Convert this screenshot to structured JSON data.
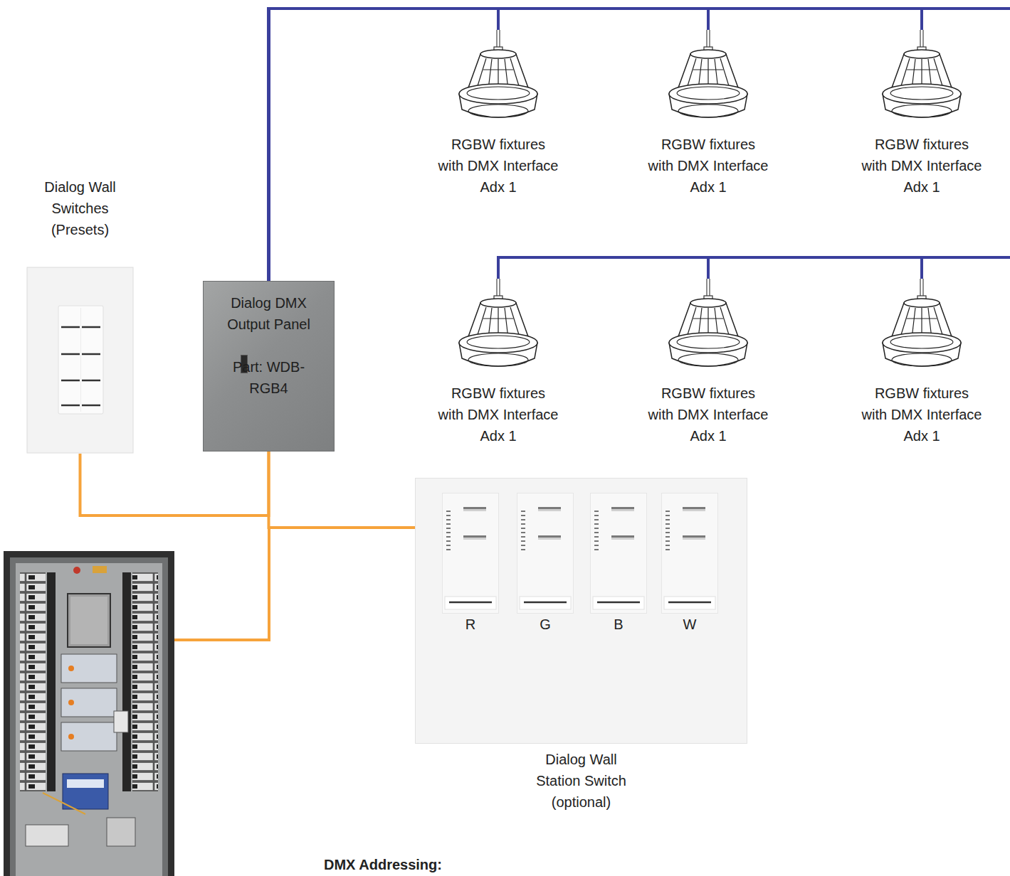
{
  "diagram": {
    "nodes": [
      {
        "text": [
          "RGBW fixtures",
          "with DMX Interface",
          "Adx 1"
        ]
      },
      {
        "text": [
          "RGBW fixtures",
          "with DMX Interface",
          "Adx 1"
        ]
      },
      {
        "text": [
          "RGBW fixtures",
          "with DMX Interface",
          "Adx 1"
        ]
      },
      {
        "text": [
          "Dialog Wall Switches (Presets)"
        ]
      },
      {
        "text": [
          "Dialog DMX Output Panel",
          "Part: WDB-RGB4"
        ]
      },
      {
        "text": [
          "RGBW fixtures",
          "with DMX Interface",
          "Adx 1"
        ]
      },
      {
        "text": [
          "RGBW fixtures",
          "with DMX Interface",
          "Adx 1"
        ]
      },
      {
        "text": [
          "RGBW fixtures",
          "with DMX Interface",
          "Adx 1"
        ]
      },
      {
        "text": [
          "R",
          "G",
          "B",
          "W",
          "Dialog Wall Station Switch (optional)"
        ]
      }
    ],
    "edges": [
      {
        "from": 4,
        "to": 0,
        "arrow": "none"
      },
      {
        "from": 4,
        "to": 1,
        "arrow": "none"
      },
      {
        "from": 4,
        "to": 2,
        "arrow": "none"
      },
      {
        "from": 4,
        "to": 5,
        "arrow": "none"
      },
      {
        "from": 4,
        "to": 6,
        "arrow": "none"
      },
      {
        "from": 4,
        "to": 7,
        "arrow": "none"
      },
      {
        "from": 3,
        "to": 4,
        "arrow": "none"
      },
      {
        "from": 8,
        "to": 4,
        "arrow": "none"
      }
    ],
    "labels": [
      "DMX Addressing:"
    ]
  }
}
